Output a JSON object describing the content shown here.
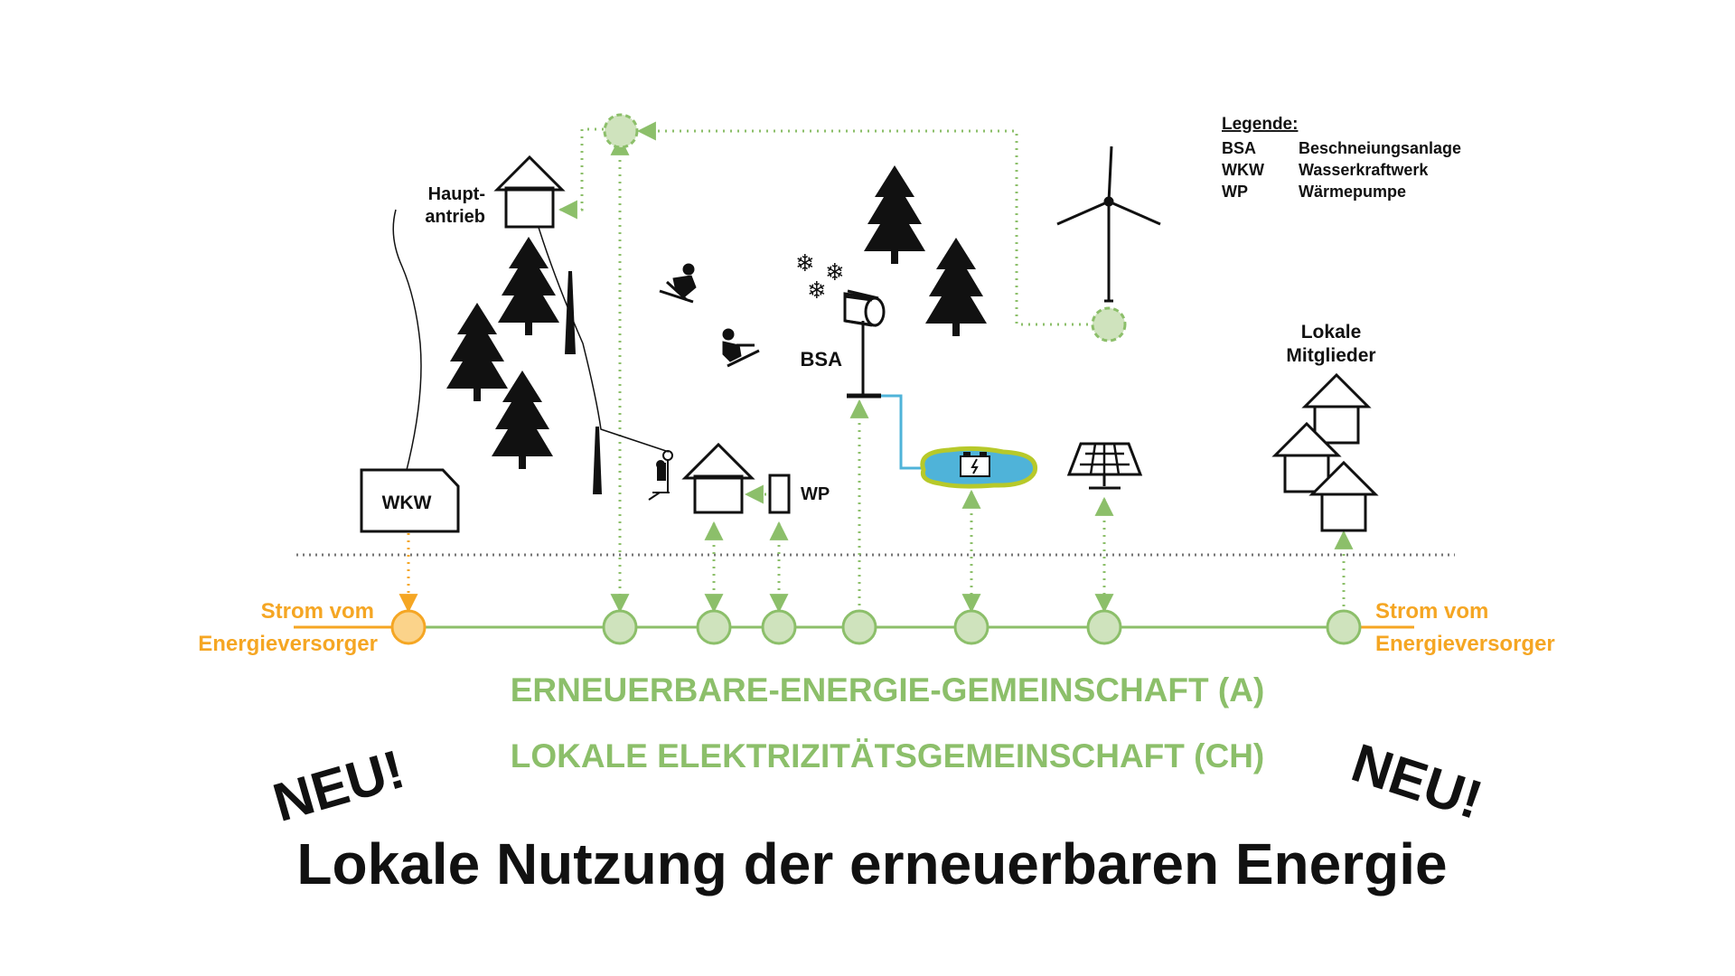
{
  "legend": {
    "title": "Legende:",
    "items": [
      {
        "abbr": "BSA",
        "text": "Beschneiungsanlage"
      },
      {
        "abbr": "WKW",
        "text": "Wasserkraftwerk"
      },
      {
        "abbr": "WP",
        "text": "Wärmepumpe"
      }
    ]
  },
  "labels": {
    "hauptantrieb_line1": "Haupt-",
    "hauptantrieb_line2": "antrieb",
    "bsa": "BSA",
    "wp": "WP",
    "wkw": "WKW",
    "lokale_line1": "Lokale",
    "lokale_line2": "Mitglieder",
    "strom_left_line1": "Strom vom",
    "strom_left_line2": "Energieversorger",
    "strom_right_line1": "Strom vom",
    "strom_right_line2": "Energieversorger"
  },
  "community": {
    "line_a": "ERNEUERBARE-ENERGIE-GEMEINSCHAFT (A)",
    "line_ch": "LOKALE ELEKTRIZITÄTSGEMEINSCHAFT (CH)"
  },
  "badges": {
    "left": "NEU!",
    "right": "NEU!"
  },
  "title": "Lokale Nutzung der erneuerbaren Energie",
  "colors": {
    "green": "#8cbf6a",
    "green_fill": "#cfe3bd",
    "orange": "#f5a623",
    "orange_fill": "#fbd38a",
    "water": "#4fb3d9",
    "water_glow": "#b7c92a",
    "black": "#111111"
  }
}
